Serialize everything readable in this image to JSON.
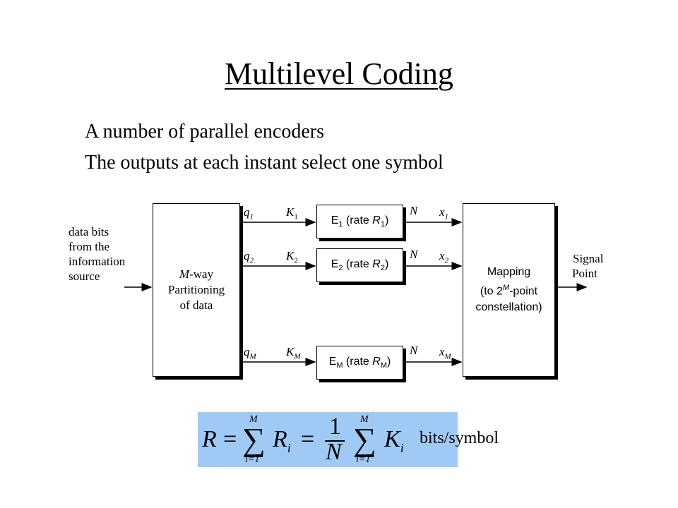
{
  "title": "Multilevel Coding",
  "bullets": [
    "A number of parallel encoders",
    "The outputs at each instant select one symbol"
  ],
  "diagram": {
    "input_label": [
      "data bits",
      "from the",
      "information",
      "source"
    ],
    "partition_block": {
      "var": "M",
      "text1": "-way",
      "text2": "Partitioning",
      "text3": "of data"
    },
    "encoders": [
      {
        "e_sub": "1",
        "rate_prefix": " (rate ",
        "r_var": "R",
        "r_sub": "1",
        "q_sub": "1",
        "k_sub": "1",
        "x_sub": "1"
      },
      {
        "e_sub": "2",
        "rate_prefix": " (rate ",
        "r_var": "R",
        "r_sub": "2",
        "q_sub": "2",
        "k_sub": "2",
        "x_sub": "2"
      },
      {
        "e_sub": "M",
        "rate_prefix": " (rate ",
        "r_var": "R",
        "r_sub": "M",
        "q_sub": "M",
        "k_sub": "M",
        "x_sub": "M"
      }
    ],
    "symbols": {
      "E": "E",
      "q": "q",
      "K": "K",
      "N": "N",
      "x": "x",
      "close": ")"
    },
    "mapping_block": {
      "line1": "Mapping",
      "line2_pre": "(to 2",
      "line2_sup": "M",
      "line2_post": "-point",
      "line3": "constellation)"
    },
    "output_label": [
      "Signal",
      "Point"
    ]
  },
  "formula": {
    "R": "R",
    "eq": "=",
    "sum_upper": "M",
    "sum_lower": "i=1",
    "R_i_sub": "i",
    "one": "1",
    "N": "N",
    "K": "K",
    "K_sub": "i",
    "unit": "bits/symbol"
  }
}
